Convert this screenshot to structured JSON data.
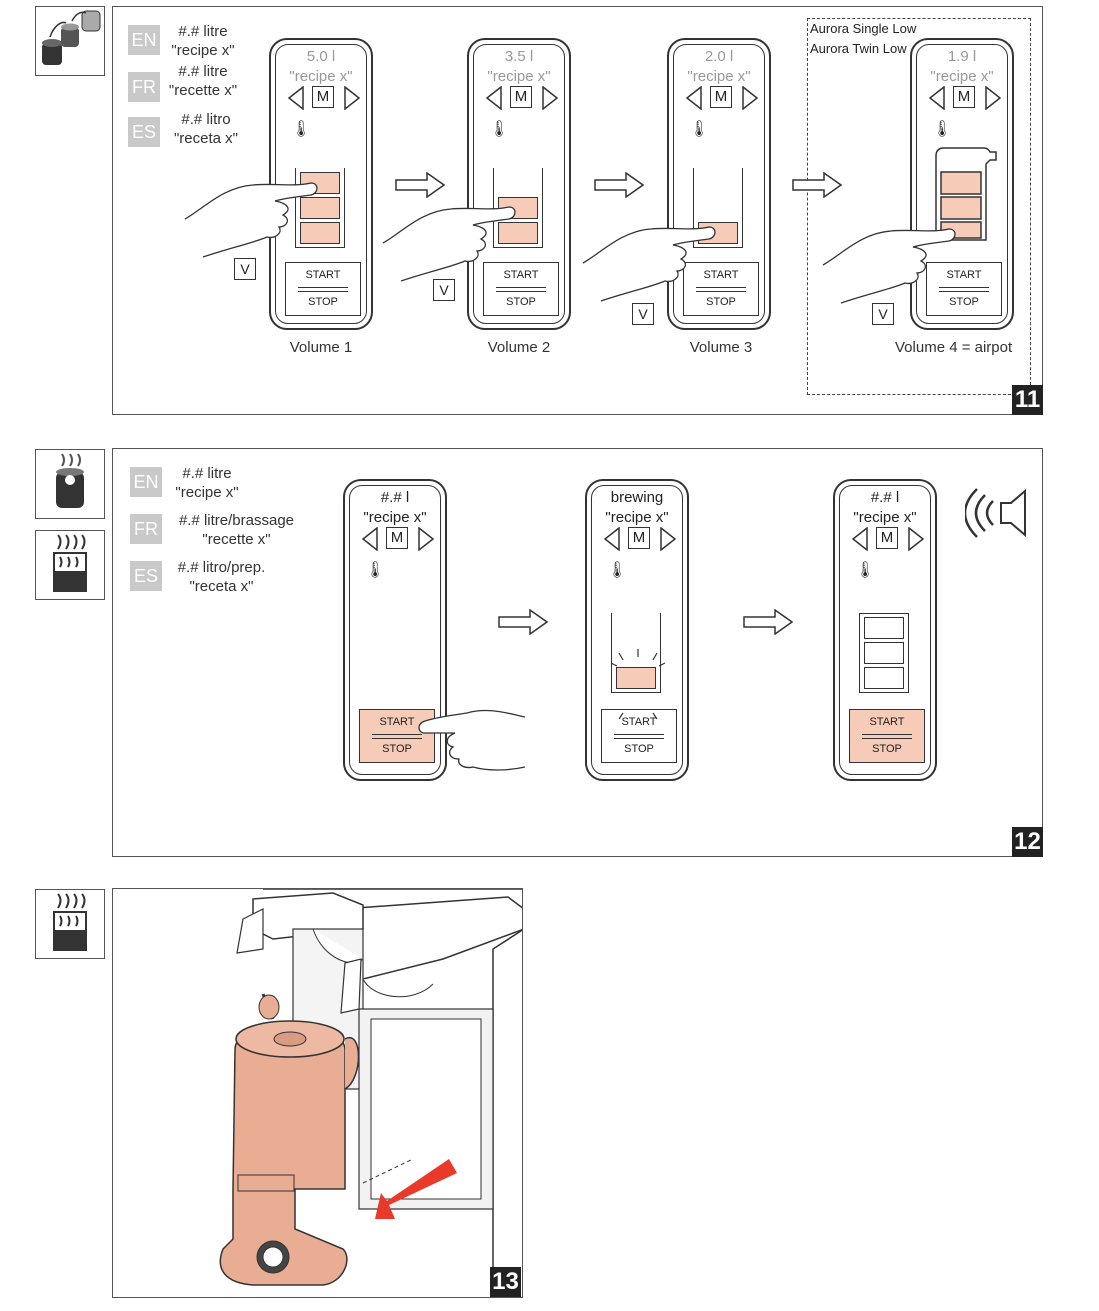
{
  "step11": {
    "number": "11",
    "lang": {
      "en_code": "EN",
      "en_line1": "#.# litre",
      "en_line2": "\"recipe x\"",
      "fr_code": "FR",
      "fr_line1": "#.# litre",
      "fr_line2": "\"recette x\"",
      "es_code": "ES",
      "es_line1": "#.# litro",
      "es_line2": "\"receta x\""
    },
    "aurora_line1": "Aurora Single Low",
    "aurora_line2": "Aurora Twin Low",
    "displays": [
      {
        "volume": "5.0 l",
        "recipe": "\"recipe x\"",
        "caption": "Volume 1"
      },
      {
        "volume": "3.5 l",
        "recipe": "\"recipe x\"",
        "caption": "Volume 2"
      },
      {
        "volume": "2.0 l",
        "recipe": "\"recipe x\"",
        "caption": "Volume 3"
      },
      {
        "volume": "1.9 l",
        "recipe": "\"recipe x\"",
        "caption": "Volume 4 = airpot"
      }
    ],
    "m_label": "M",
    "start": "START",
    "stop": "STOP",
    "v_label": "V"
  },
  "step12": {
    "number": "12",
    "lang": {
      "en_code": "EN",
      "en_line1": "#.# litre",
      "en_line2": "\"recipe x\"",
      "fr_code": "FR",
      "fr_line1": "#.# litre/brassage",
      "fr_line2": "\"recette x\"",
      "es_code": "ES",
      "es_line1": "#.# litro/prep.",
      "es_line2": "\"receta x\""
    },
    "displays": [
      {
        "volume": "#.# l",
        "recipe": "\"recipe x\""
      },
      {
        "volume": "brewing",
        "recipe": "\"recipe x\""
      },
      {
        "volume": "#.# l",
        "recipe": "\"recipe x\""
      }
    ],
    "m_label": "M",
    "start": "START",
    "stop": "STOP"
  },
  "step13": {
    "number": "13"
  },
  "icons": {
    "side11": "airpot-swap-icon",
    "side12a": "brewing-airpot-icon",
    "side12b": "hot-coffee-icon",
    "side13": "hot-coffee-icon"
  },
  "colors": {
    "highlight": "#f6cbb7",
    "airpot": "#e9ad93",
    "red_arrow": "#e8392a"
  }
}
